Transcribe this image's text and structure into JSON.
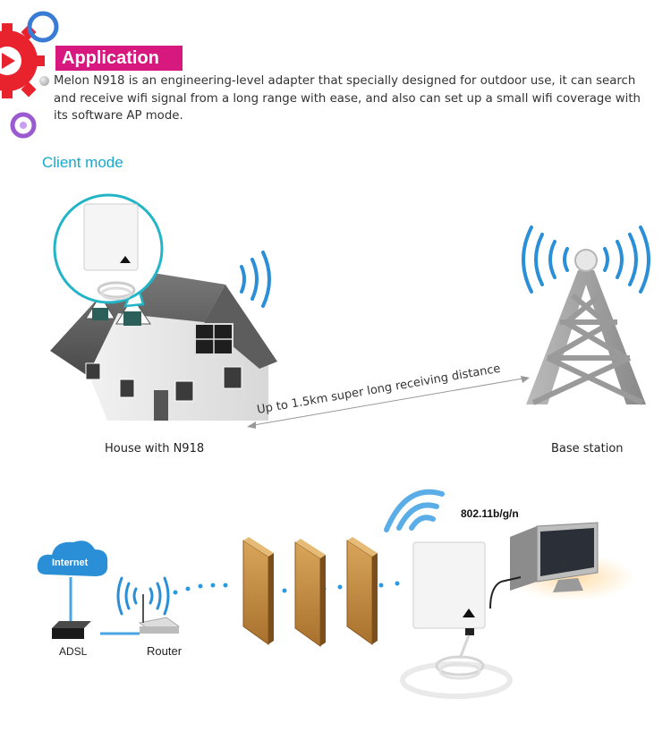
{
  "header": {
    "title": "Application",
    "description": "Melon N918 is an engineering-level adapter that specially designed for outdoor use, it can search and receive wifi signal from a long range with ease, and also can set up a small wifi coverage with its software AP mode."
  },
  "client_mode": {
    "section_title": "Client mode",
    "house_caption": "House with N918",
    "station_caption": "Base station",
    "distance_label": "Up to 1.5km super long receiving distance"
  },
  "network": {
    "internet_label": "Internet",
    "adsl_label": "ADSL",
    "router_label": "Router",
    "standard_label": "802.11b/g/n"
  },
  "colors": {
    "accent_pink": "#d6187f",
    "accent_cyan": "#16a9cb",
    "wifi_blue": "#2a8fd6"
  }
}
